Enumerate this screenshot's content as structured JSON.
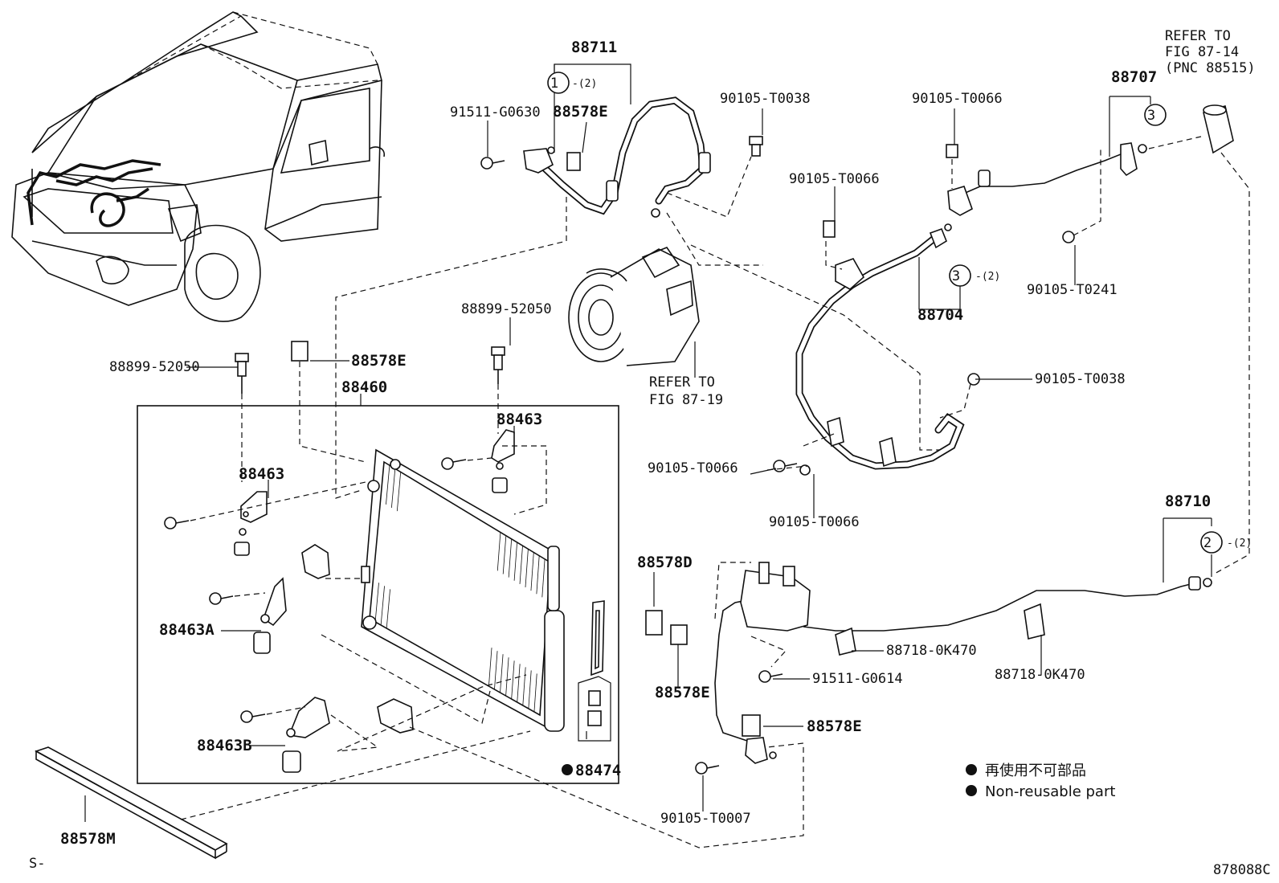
{
  "labels": {
    "p88711": "88711",
    "p88578e_top": "88578E",
    "p91511_g0630": "91511-G0630",
    "circle1": "1",
    "qty2_a": "-(2)",
    "p90105_t0038_top": "90105-T0038",
    "p90105_t0066_top": "90105-T0066",
    "refer_87_14_line1": "REFER TO",
    "refer_87_14_line2": "FIG 87-14",
    "refer_87_14_line3": "(PNC 88515)",
    "p88707": "88707",
    "circle3_top": "3",
    "p90105_t0066_mid": "90105-T0066",
    "circle3_mid": "3",
    "qty2_b": "-(2)",
    "p88704": "88704",
    "p90105_t0241": "90105-T0241",
    "p88899_52050_mid": "88899-52050",
    "p88899_52050_left": "88899-52050",
    "p88578e_left": "88578E",
    "p88460": "88460",
    "refer_87_19_line1": "REFER TO",
    "refer_87_19_line2": "FIG 87-19",
    "p90105_t0038_right": "90105-T0038",
    "p88463_top": "88463",
    "p88463_left": "88463",
    "p90105_t0066_lower": "90105-T0066",
    "p90105_t0066_bottom": "90105-T0066",
    "p88710": "88710",
    "circle2": "2",
    "qty2_c": "-(2)",
    "p88578d": "88578D",
    "p88463a": "88463A",
    "p88718_0k470_a": "88718-0K470",
    "p88718_0k470_b": "88718-0K470",
    "p91511_g0614": "91511-G0614",
    "p88578e_mid": "88578E",
    "p88578e_low": "88578E",
    "p88463b": "88463B",
    "p88474": "88474",
    "p90105_t0007": "90105-T0007",
    "p88578m": "88578M",
    "corner_s": "S-",
    "figure_id": "878088C"
  },
  "legend": {
    "jp": "再使用不可部品",
    "en": "Non-reusable part"
  }
}
